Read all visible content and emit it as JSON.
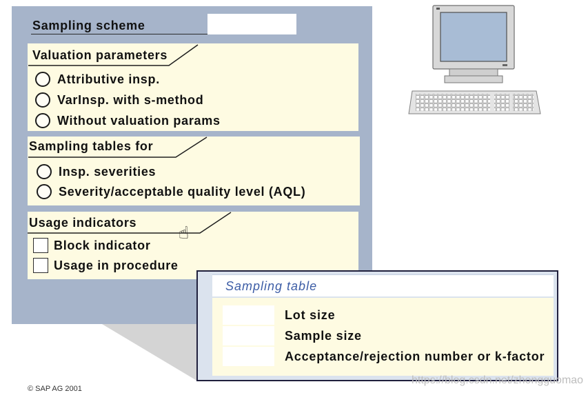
{
  "sampling_scheme": {
    "title": "Sampling scheme",
    "value": ""
  },
  "valuation_parameters": {
    "title": "Valuation parameters",
    "options": [
      {
        "label": "Attributive insp.",
        "selected": false
      },
      {
        "label": "VarInsp. with s-method",
        "selected": false
      },
      {
        "label": "Without valuation params",
        "selected": false
      }
    ]
  },
  "sampling_tables": {
    "title": "Sampling tables for",
    "options": [
      {
        "label": "Insp. severities",
        "selected": false
      },
      {
        "label": "Severity/acceptable quality level (AQL)",
        "selected": false
      }
    ]
  },
  "usage_indicators": {
    "title": "Usage indicators",
    "checkboxes": [
      {
        "label": "Block indicator",
        "checked": false
      },
      {
        "label": "Usage in procedure",
        "checked": false
      }
    ]
  },
  "sampling_table_popup": {
    "title": "Sampling table",
    "fields": [
      {
        "label": "Lot size",
        "value": ""
      },
      {
        "label": "Sample size",
        "value": ""
      },
      {
        "label": "Acceptance/rejection number or k-factor",
        "value": ""
      }
    ]
  },
  "footer": {
    "copyright": "© SAP AG 2001"
  },
  "watermark": "https://blog.csdn.net/zhongguomao",
  "icons": {
    "computer": "computer-icon",
    "cursor": "hand-pointer-icon",
    "radio": "radio-button",
    "checkbox": "checkbox"
  },
  "colors": {
    "panel_bg": "#a6b4ca",
    "group_bg": "#fefbe2",
    "popup_border": "#1f1f3c",
    "popup_frame_bg": "#dbe3ee",
    "popup_title_text": "#3d5da6",
    "wedge": "#d4d4d4",
    "watermark": "#bdbdbd"
  }
}
